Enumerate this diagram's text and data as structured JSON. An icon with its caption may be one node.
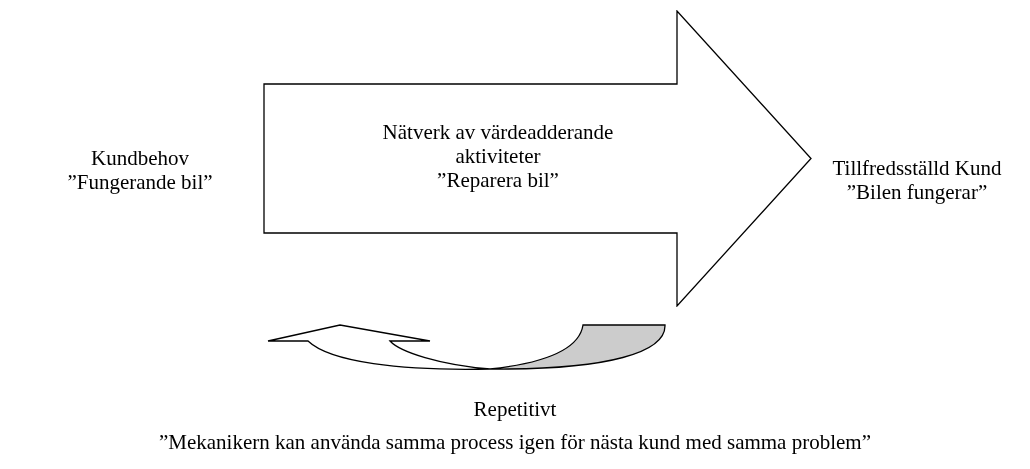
{
  "diagram": {
    "nodes": [
      {
        "text": [
          "Kundbehov ”Fungerande bil”"
        ]
      },
      {
        "text": [
          "Nätverk av värdeadderande aktiviteter",
          "”Reparera bil”"
        ]
      },
      {
        "text": [
          "Tillfredsställd Kund ”Bilen fungerar”"
        ]
      }
    ],
    "labels": [
      "Repetitivt",
      "”Mekanikern kan använda samma process igen för nästa kund med samma problem”"
    ]
  }
}
